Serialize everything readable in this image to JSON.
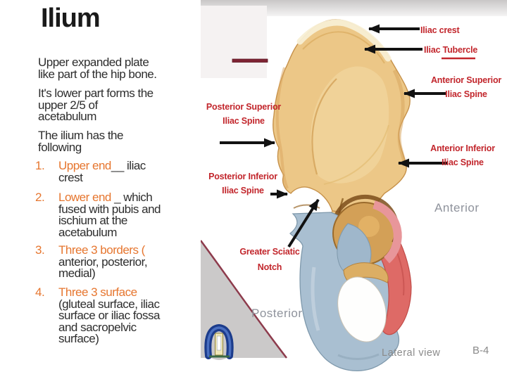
{
  "slide": {
    "title": "Ilium",
    "paragraphs": [
      "Upper  expanded plate\nlike part of the hip bone.",
      "It's lower part forms the\nupper 2/5 of\nacetabulum",
      "The ilium has the\nfollowing"
    ],
    "list": [
      {
        "num": "1.",
        "lead": "Upper end",
        "rest": "__ iliac\ncrest"
      },
      {
        "num": "2.",
        "lead": "Lower end",
        "rest": " _ which\nfused with pubis and\nischium at the\nacetabulum"
      },
      {
        "num": "3.",
        "lead": "Three 3 borders (",
        "rest": "\nanterior, posterior,\nmedial)"
      },
      {
        "num": "4.",
        "lead": "Three 3 surface",
        "rest": "\n(gluteal surface, iliac\nsurface  or iliac fossa\nand sacropelvic\nsurface)"
      }
    ]
  },
  "diagram": {
    "labels": {
      "iliac_crest": "Iliac crest",
      "iliac_tubercle": "Iliac Tubercle",
      "asis": "Anterior Superior\nIliac Spine",
      "aiis": "Anterior Inferior\nIliac Spine",
      "psis": "Posterior Superior\nIliac Spine",
      "piis": "Posterior Inferior\nIliac Spine",
      "greater_sciatic_notch": "Greater Sciatic\nNotch"
    },
    "direction_anterior": "Anterior",
    "direction_posterior": "Posterior",
    "view_caption": "Lateral view",
    "page_ref": "B-4"
  },
  "colors": {
    "label_red": "#C2262C",
    "list_orange": "#E6762F",
    "bone_tan": "#ECC787",
    "ischium_blue": "#A9BFD1",
    "pubis_red": "#DE6A66",
    "template_maroon": "#7E2433",
    "direction_gray": "#8F939C"
  }
}
